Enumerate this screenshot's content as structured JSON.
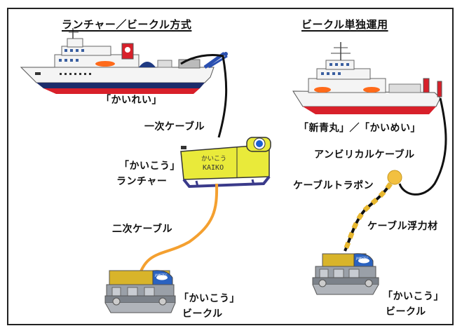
{
  "headers": {
    "left": "ランチャー／ビークル方式",
    "right": "ビークル単独運用"
  },
  "left_system": {
    "ship_name": "「かいれい」",
    "primary_cable": "一次ケーブル",
    "launcher_name": "「かいこう」",
    "launcher_type": "ランチャー",
    "launcher_marking_kana": "かいこう",
    "launcher_marking_roman": "KAIKO",
    "secondary_cable": "二次ケーブル",
    "vehicle_name": "「かいこう」",
    "vehicle_type": "ビークル"
  },
  "right_system": {
    "ship_name": "「新青丸」／「かいめい」",
    "umbilical_cable": "アンビリカルケーブル",
    "cable_transponder": "ケーブルトラポン",
    "cable_float": "ケーブル浮力材",
    "vehicle_name": "「かいこう」",
    "vehicle_type": "ビークル"
  },
  "vehicle_logo": "JAMSTEC",
  "colors": {
    "hull_red": "#d8202a",
    "hull_white": "#f4f4f4",
    "launcher_yellow": "#e9ea3a",
    "secondary_cable_orange": "#f4a030",
    "cable_black": "#111111",
    "crane_blue": "#2a4fb0",
    "vehicle_yellow": "#d8b42a",
    "transponder_yellow": "#f2c040",
    "float_yellow": "#e8b830"
  }
}
